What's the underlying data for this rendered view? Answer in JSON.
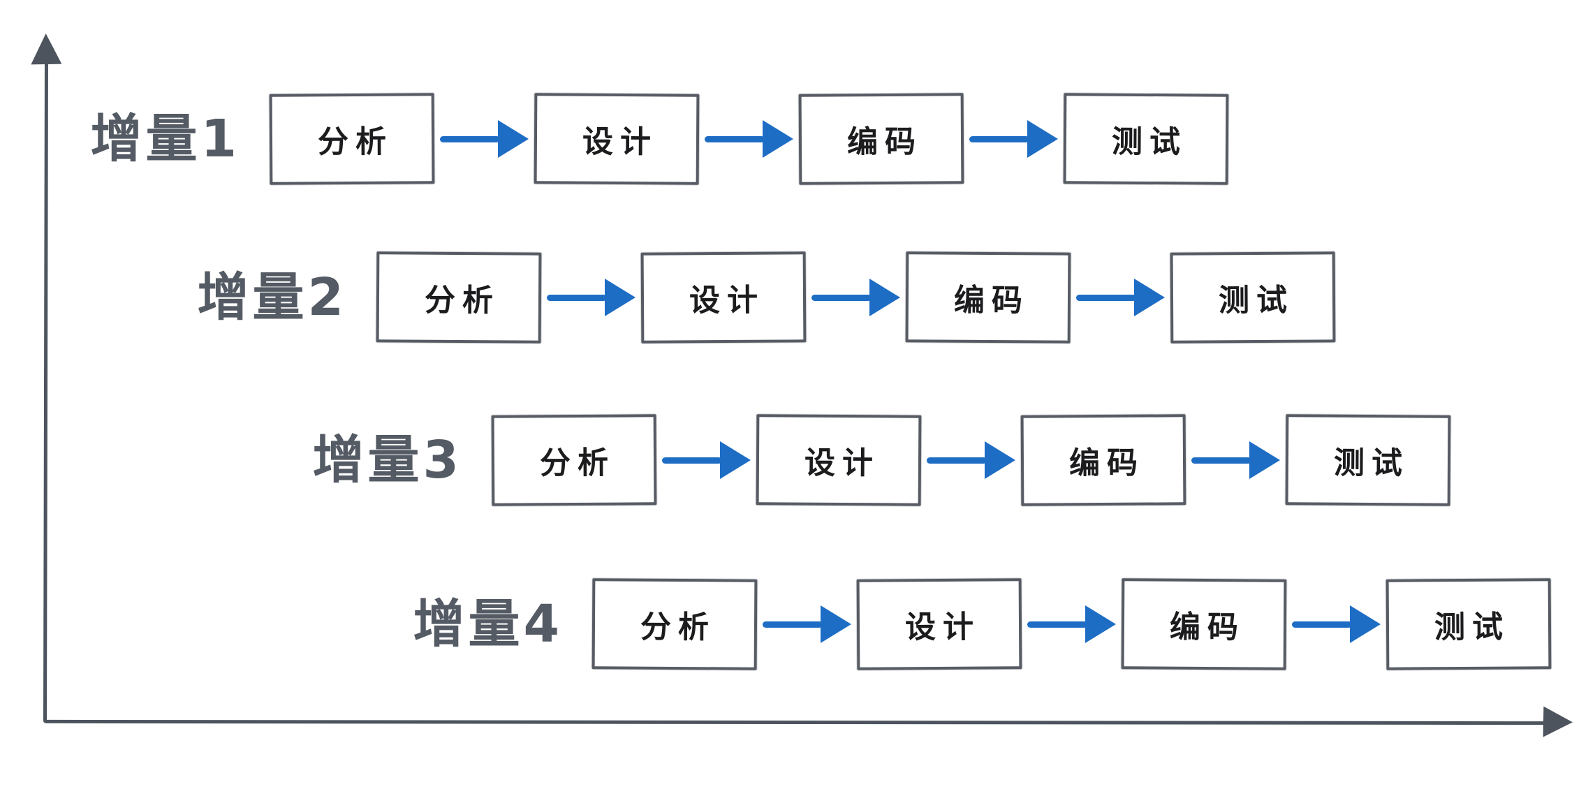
{
  "colors": {
    "arrow-blue": "#1e6dc5",
    "axis-gray": "#4d545e",
    "box-border-gray": "#575c64",
    "label-gray": "#555b64",
    "box-text": "#1c1c1e",
    "background": "#ffffff"
  },
  "axes": {
    "y_axis_icon": "arrow-up-icon",
    "x_axis_icon": "arrow-right-icon"
  },
  "flow_arrow_icon": "arrow-right-icon",
  "rows": [
    {
      "label": "增量1",
      "stages": [
        "分析",
        "设计",
        "编码",
        "测试"
      ]
    },
    {
      "label": "增量2",
      "stages": [
        "分析",
        "设计",
        "编码",
        "测试"
      ]
    },
    {
      "label": "增量3",
      "stages": [
        "分析",
        "设计",
        "编码",
        "测试"
      ]
    },
    {
      "label": "增量4",
      "stages": [
        "分析",
        "设计",
        "编码",
        "测试"
      ]
    }
  ]
}
